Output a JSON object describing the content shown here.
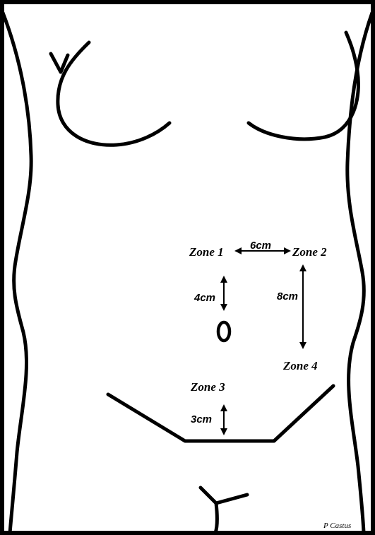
{
  "labels": {
    "zone1": "Zone 1",
    "zone2": "Zone 2",
    "zone3": "Zone 3",
    "zone4": "Zone 4"
  },
  "distances": {
    "zone1_to_zone2": "6cm",
    "zone1_to_umbilicus": "4cm",
    "zone2_to_zone4": "8cm",
    "zone3_to_pubic_line": "3cm"
  },
  "credit": "P Castus",
  "colors": {
    "line": "#000000",
    "background": "#ffffff"
  }
}
